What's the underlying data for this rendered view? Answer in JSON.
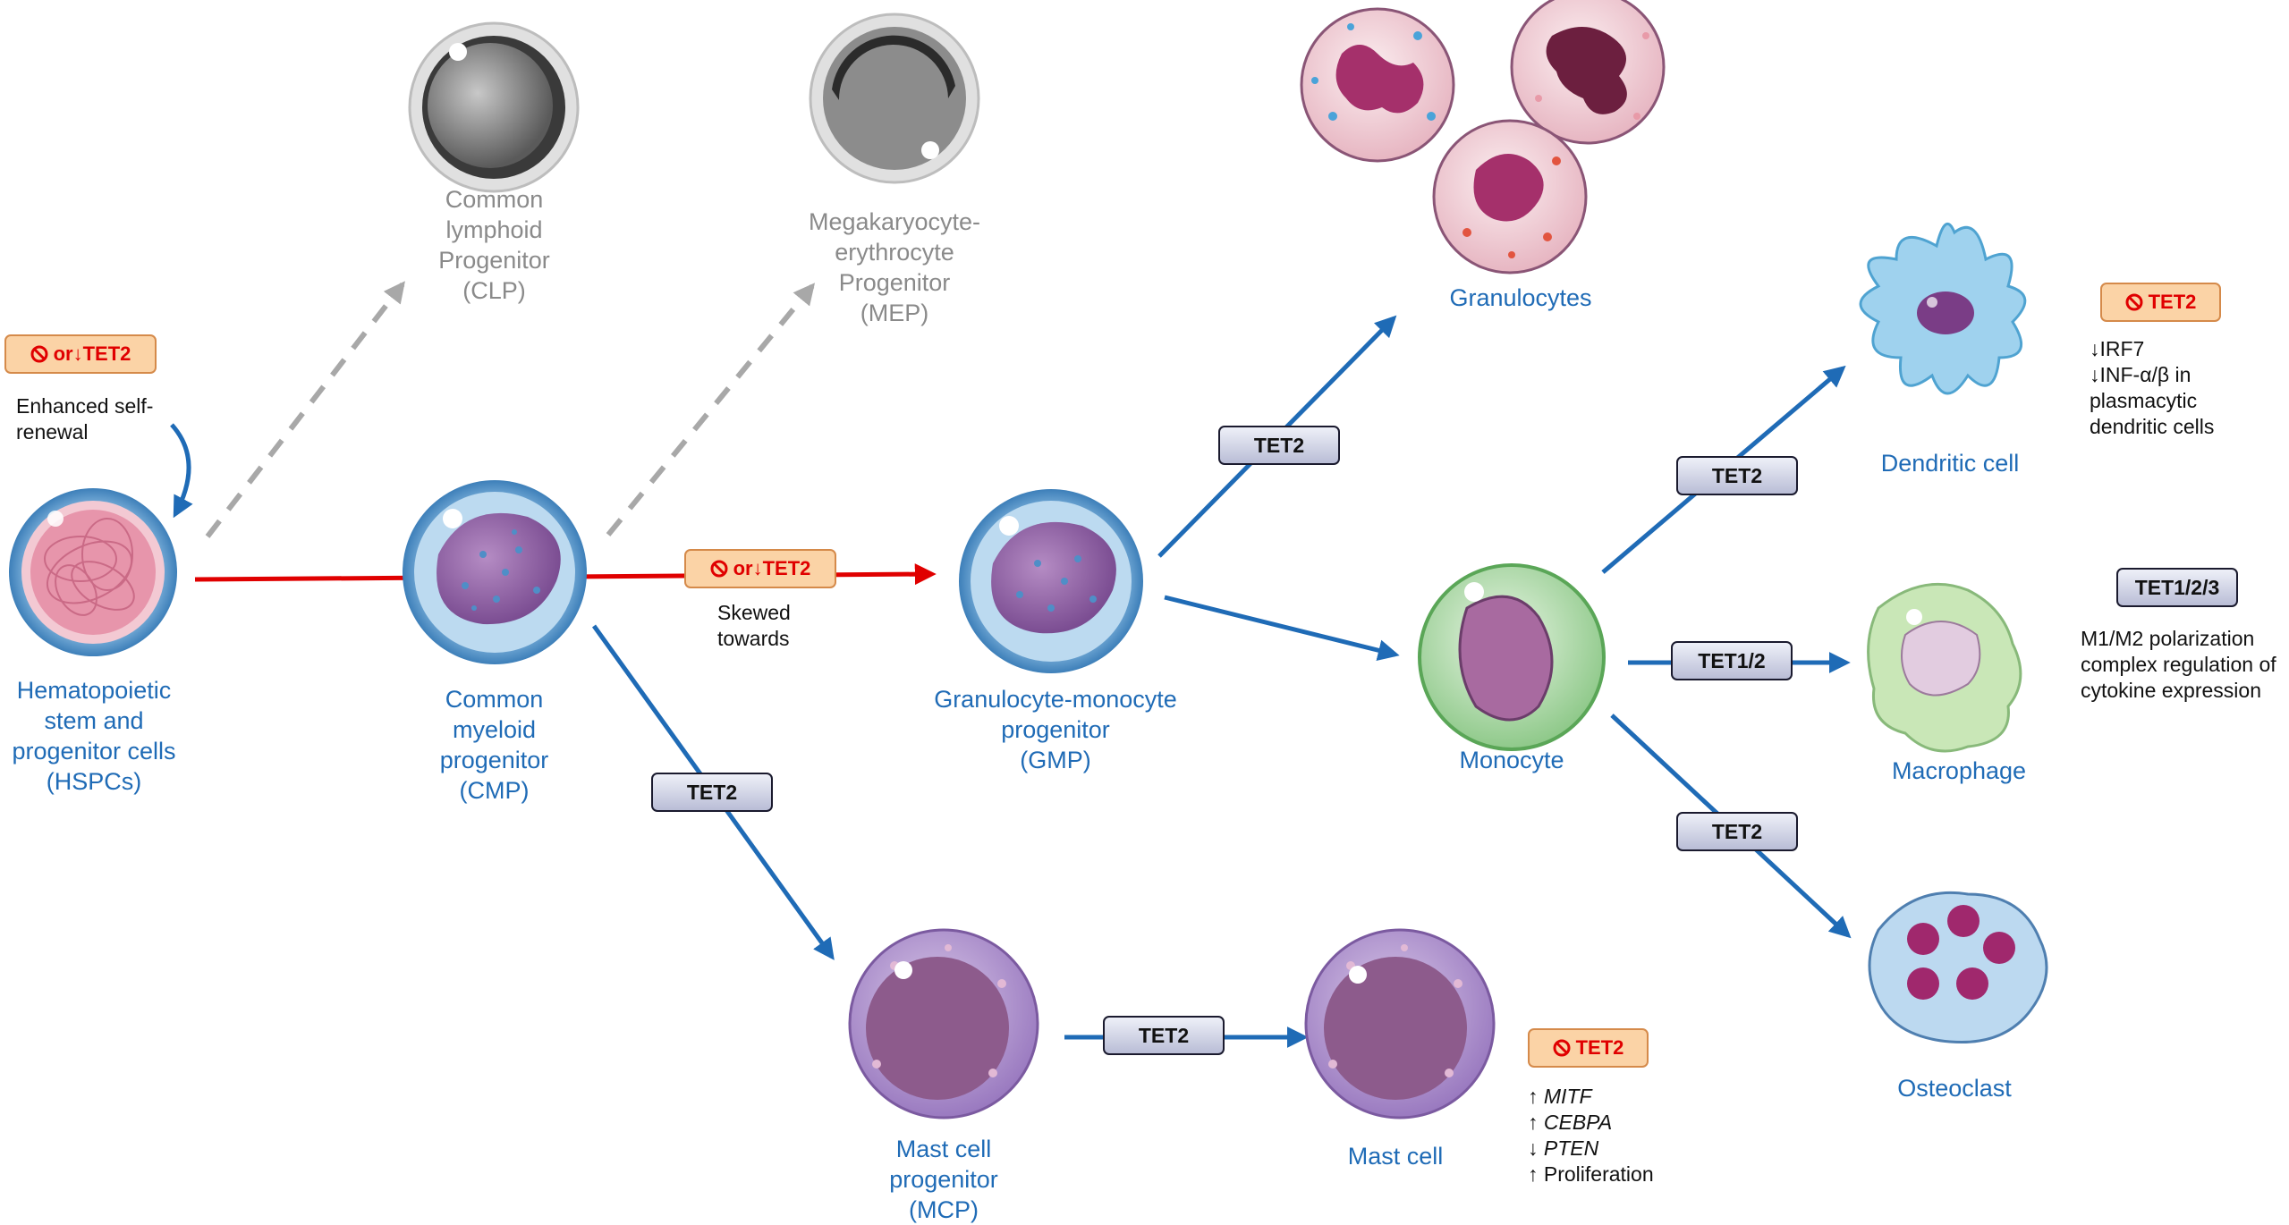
{
  "cells": {
    "hspc": "Hematopoietic\nstem and\nprogenitor cells\n(HSPCs)",
    "clp": "Common\nlymphoid\nProgenitor\n(CLP)",
    "mep": "Megakaryocyte-\nerythrocyte\nProgenitor\n(MEP)",
    "cmp": "Common\nmyeloid\nprogenitor\n(CMP)",
    "gmp": "Granulocyte-monocyte\nprogenitor\n(GMP)",
    "granulocytes": "Granulocytes",
    "monocyte": "Monocyte",
    "dendritic": "Dendritic cell",
    "macrophage": "Macrophage",
    "osteoclast": "Osteoclast",
    "mcp": "Mast cell\nprogenitor\n(MCP)",
    "mast": "Mast cell"
  },
  "badges": {
    "hspc_loss": "or↓TET2",
    "cmp_loss": "or↓TET2",
    "dendritic_loss": "TET2",
    "mast_loss": "TET2",
    "gmp_granulocyte": "TET2",
    "monocyte_dendritic": "TET2",
    "monocyte_macrophage": "TET1/2",
    "monocyte_osteoclast": "TET2",
    "cmp_mcp": "TET2",
    "mcp_mast": "TET2",
    "macrophage_tet": "TET1/2/3"
  },
  "notes": {
    "hspc": "Enhanced self-\nrenewal",
    "cmp": "Skewed\ntowards",
    "dendritic": "↓IRF7\n↓INF-α/β in\nplasmacytic\ndendritic cells",
    "macrophage": "M1/M2 polarization\ncomplex regulation of\ncytokine expression",
    "mast": [
      {
        "arrow": "↑",
        "text": "MITF",
        "italic": true
      },
      {
        "arrow": "↑",
        "text": "CEBPA",
        "italic": true
      },
      {
        "arrow": "↓",
        "text": "PTEN",
        "italic": true
      },
      {
        "arrow": "↑",
        "text": "Proliferation",
        "italic": false
      }
    ]
  },
  "icons": [
    "no-entry-icon",
    "cell-illustration"
  ],
  "colors": {
    "progenitor_label": "#1f6bb6",
    "inactive_label": "#8a8a8a",
    "main_arrow": "#e00000",
    "differentiation_arrow": "#1f6bb6",
    "inactive_arrow": "#a8a8a8",
    "loss_badge_fill": "#fbd3a6",
    "tet_badge_fill": "#c9cde0"
  }
}
